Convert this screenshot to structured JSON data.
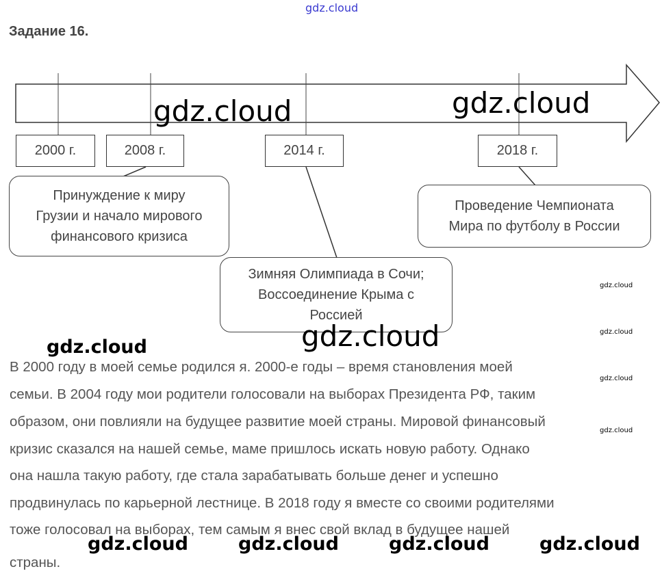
{
  "header_watermark": "gdz.cloud",
  "title": "Задание 16.",
  "timeline": {
    "years": [
      "2000 г.",
      "2008 г.",
      "2014 г.",
      "2018 г."
    ],
    "events": [
      {
        "lines": [
          "Принуждение к миру",
          "Грузии и начало мирового",
          "финансового кризиса"
        ]
      },
      {
        "lines": [
          "Зимняя Олимпиада в Сочи;",
          "Воссоединение Крыма с",
          "Россией"
        ]
      },
      {
        "lines": [
          "Проведение Чемпионата",
          "Мира по футболу в России"
        ]
      }
    ]
  },
  "paragraph": [
    "В 2000 году в моей семье родился я. 2000-е годы – время становления моей",
    "семьи. В 2004 году мои родители голосовали на выборах Президента РФ, таким",
    "образом, они повлияли на будущее развитие моей страны. Мировой финансовый",
    "кризис сказался на нашей семье, маме пришлось искать новую работу. Однако",
    "она нашла такую работу, где стала зарабатывать больше денег и успешно",
    "продвинулась по карьерной лестнице. В 2018 году я вместе со своими родителями",
    "тоже голосовал на выборах, тем самым я внес свой вклад в будущее нашей",
    "страны."
  ],
  "watermark": "gdz.cloud"
}
